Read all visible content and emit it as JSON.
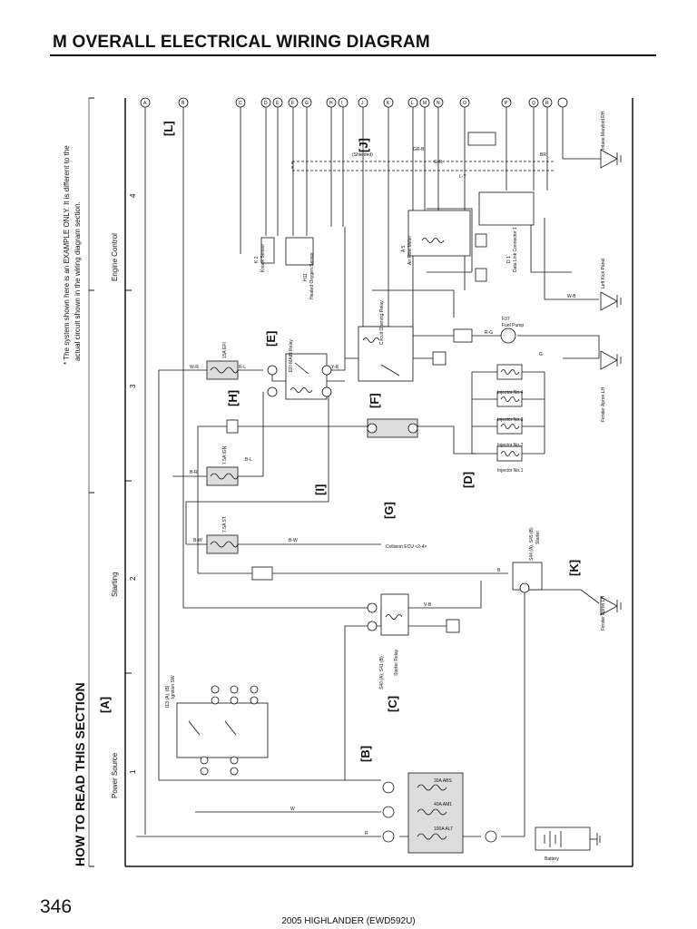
{
  "header": {
    "title": "M  OVERALL ELECTRICAL WIRING DIAGRAM"
  },
  "page": {
    "number": "346",
    "footer": "2005 HIGHLANDER (EWD592U)"
  },
  "diagram": {
    "section_title": "HOW TO READ THIS SECTION",
    "note_line1": "* The system shown here is an EXAMPLE ONLY. It is different to the",
    "note_line2": "actual circuit shown in the wiring diagram section.",
    "sections": {
      "power": "Power Source",
      "starting": "Starting",
      "engine": "Engine Control"
    },
    "grid_numbers": [
      "1",
      "2",
      "3",
      "4"
    ],
    "callouts": {
      "A": "[A]",
      "B": "[B]",
      "C": "[C]",
      "D": "[D]",
      "E": "[E]",
      "F": "[F]",
      "G": "[G]",
      "H": "[H]",
      "I": "[I]",
      "J": "[J]",
      "K": "[K]",
      "L": "[L]"
    },
    "top_connectors": [
      "A",
      "B",
      "C",
      "D",
      "E",
      "F",
      "G",
      "H",
      "I",
      "J",
      "K",
      "L",
      "M",
      "N",
      "O",
      "P",
      "Q",
      "R"
    ],
    "components": {
      "battery": "Battery",
      "alt_fuse": "100A ALT",
      "am1_fuse": "40A AM1",
      "abs_fuse": "30A ABS",
      "ignition_switch": "Ignition SW",
      "ignition_code": "I13 (A), (B)",
      "starter_relay": "Starter Relay",
      "starter_relay_code": "S40 (A), S41 (B)",
      "starter": "Starter",
      "starter_code": "S44 (A), S45 (B)",
      "collision_ecu": "Collision ECU <2-4>",
      "fuse_st": "7.5A ST",
      "fuse_ign": "7.5A IGN",
      "fuse_efi": "15A EFI",
      "efi_relay": "EFI MAIN Relay",
      "circuit_opening_relay": "Circuit Opening Relay",
      "fuel_pump": "Fuel Pump",
      "fuel_pump_code": "F37",
      "air_flow_meter": "Air Flow Meter",
      "air_flow_code": "A 5",
      "heated_oxygen": "Heated Oxygen Sensor",
      "heated_oxygen_code": "H11",
      "knock_sensor": "Knock Sensor",
      "knock_code": "K 2",
      "dlc": "Data Link Connector 1",
      "dlc_code": "D 1",
      "injector1": "Injector No.1",
      "injector2": "Injector No.2",
      "injector3": "Injector No.3",
      "injector4": "Injector No.4",
      "shielded": "(Shielded)",
      "ground_lh": "Fender Apron LH",
      "ground_intake": "Intake Manifold RH",
      "ground_left_kick": "Left Kick Panel"
    },
    "wire_labels": [
      "W-R",
      "B-R",
      "B-W",
      "B-L",
      "R-L",
      "Y-R",
      "BR",
      "G-R",
      "GR-B",
      "L-Y",
      "W-B",
      "B-W",
      "R-G",
      "V-B",
      "W",
      "B",
      "R",
      "G"
    ]
  }
}
